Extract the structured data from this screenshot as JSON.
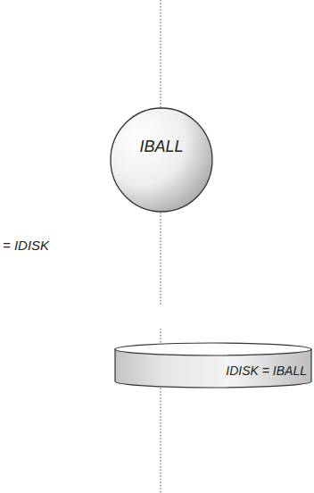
{
  "diagram": {
    "nodes": [
      {
        "text": [
          "IBALL"
        ]
      },
      {
        "text": [
          "IDISK = IBALL"
        ]
      }
    ],
    "labels": [
      "= IDISK"
    ]
  }
}
